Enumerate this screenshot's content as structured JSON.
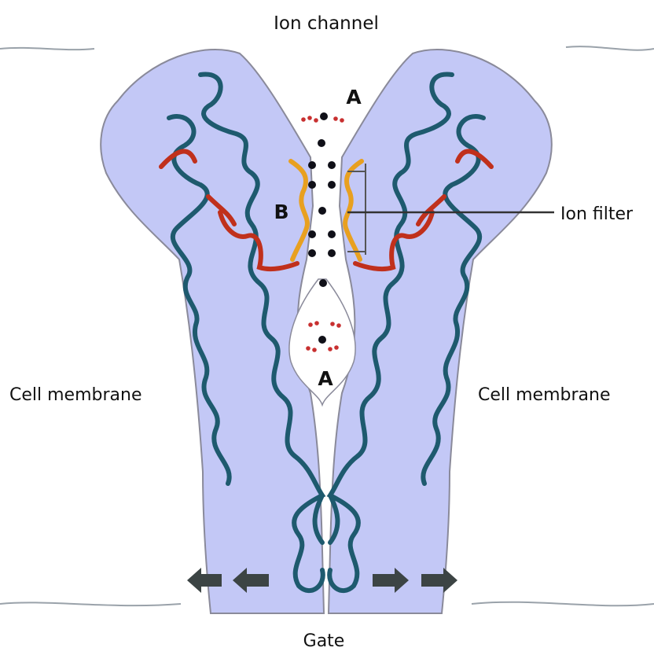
{
  "diagram": {
    "labels": {
      "title": "Ion channel",
      "filter": "Ion filter",
      "membrane_left": "Cell membrane",
      "membrane_right": "Cell membrane",
      "gate": "Gate",
      "site_a_top": "A",
      "site_b": "B",
      "site_a_bottom": "A"
    },
    "colors": {
      "protein_fill": "#c3c8f6",
      "protein_outline": "#8a8a9a",
      "helix": "#1e5a6e",
      "loop_red": "#c0301c",
      "filter_gold": "#e8a020",
      "ion_black": "#101018",
      "ion_red": "#c83030",
      "arrow_gray": "#3c4444",
      "membrane_line": "#9aa2aa"
    },
    "icons": {
      "gate_arrows": [
        "arrow-left-icon",
        "arrow-left-icon",
        "arrow-right-icon",
        "arrow-right-icon"
      ]
    }
  }
}
